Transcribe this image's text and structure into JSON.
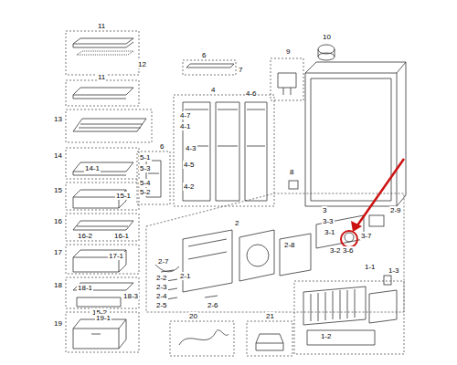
{
  "diagram": {
    "labels": [
      "11",
      "12",
      "11",
      "13",
      "14",
      "14-1",
      "15",
      "15-1",
      "16",
      "16-2",
      "16-1",
      "17",
      "17-1",
      "18",
      "18-1",
      "18-3",
      "15-2",
      "19",
      "19-1",
      "6",
      "7",
      "4",
      "4-6",
      "4-7",
      "4-1",
      "4-3",
      "4-5",
      "4-2",
      "6",
      "5-1",
      "5-3",
      "5-4",
      "5-2",
      "9",
      "10",
      "8",
      "3",
      "2-9",
      "3-3",
      "3-1",
      "3-2",
      "3-6",
      "3-7",
      "2-8",
      "2",
      "2-7",
      "2-2",
      "2-1",
      "2-3",
      "2-4",
      "2-5",
      "2-6",
      "1-1",
      "1-3",
      "1-2",
      "20",
      "21"
    ]
  }
}
